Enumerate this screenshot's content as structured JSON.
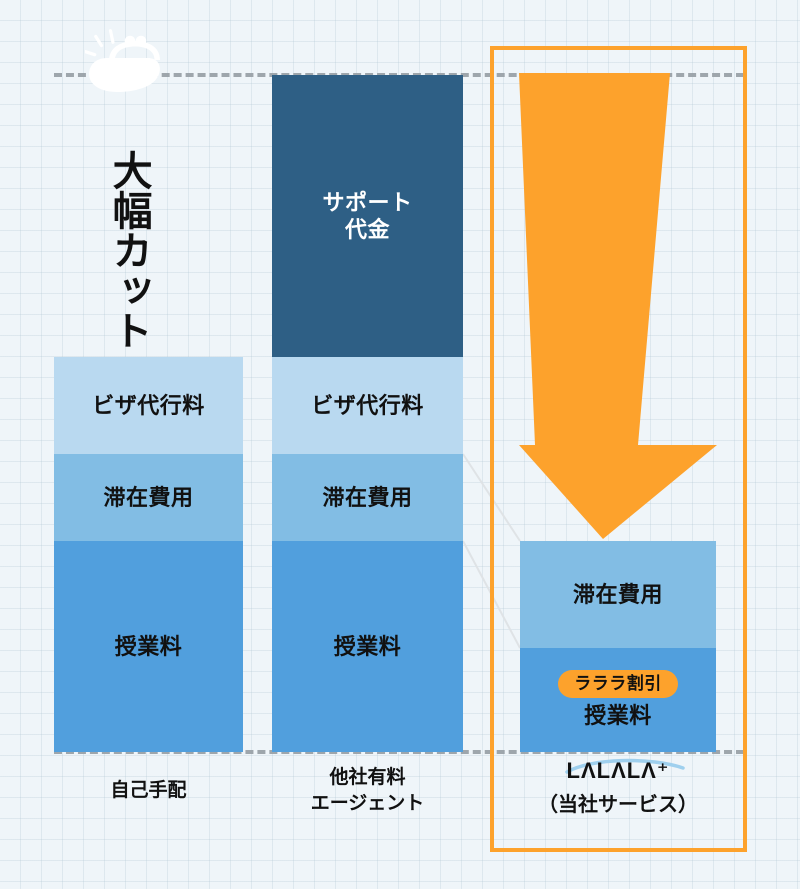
{
  "colors": {
    "background": "#eff5f9",
    "grid_line": "#dde7ee",
    "accent_orange": "#fda22c",
    "navy": "#2e5f85",
    "blue_lightest": "#b9d9f0",
    "blue_light": "#82bde4",
    "blue_mid": "#519fdd",
    "dash_gray": "#9aa2a8",
    "text_dark": "#111111",
    "text_light": "#ffffff"
  },
  "chart_data": {
    "type": "bar",
    "title": "",
    "subtitle": "",
    "xlabel": "",
    "ylabel": "",
    "grid": true,
    "legend": "none",
    "stacked": true,
    "categories": [
      "自己手配",
      "他社有料\nエージェント",
      "LΛLΛLΛ⁺\n（当社サービス）"
    ],
    "segment_order": [
      "授業料",
      "滞在費用",
      "ビザ代行料",
      "サポート代金"
    ],
    "series": [
      {
        "name": "授業料",
        "values": [
          211,
          211,
          104
        ]
      },
      {
        "name": "滞在費用",
        "values": [
          87,
          87,
          107
        ]
      },
      {
        "name": "ビザ代行料",
        "values": [
          97,
          97,
          0
        ]
      },
      {
        "name": "サポート代金",
        "values": [
          0,
          282,
          0
        ]
      }
    ],
    "totals": [
      395,
      677,
      211
    ],
    "units": "相対高さ(px)",
    "reference_lines": [
      {
        "name": "top-guide",
        "value": 677,
        "style": "dashed"
      },
      {
        "name": "baseline",
        "value": 0,
        "style": "dashed"
      }
    ],
    "annotations": [
      {
        "text": "大幅カット",
        "target": "LΛLΛLΛ⁺",
        "type": "arrow"
      },
      {
        "text": "ラララ割引",
        "target": "授業料",
        "type": "badge"
      }
    ]
  },
  "bars": [
    {
      "id": "self",
      "axis_label": "自己手配",
      "segments": [
        {
          "key": "visa",
          "label": "ビザ代行料",
          "tone": "lightest"
        },
        {
          "key": "stay",
          "label": "滞在費用",
          "tone": "light"
        },
        {
          "key": "tuition",
          "label": "授業料",
          "tone": "mid"
        }
      ]
    },
    {
      "id": "agent",
      "axis_label_line1": "他社有料",
      "axis_label_line2": "エージェント",
      "segments": [
        {
          "key": "support",
          "label_line1": "サポート",
          "label_line2": "代金",
          "tone": "navy"
        },
        {
          "key": "visa",
          "label": "ビザ代行料",
          "tone": "lightest"
        },
        {
          "key": "stay",
          "label": "滞在費用",
          "tone": "light"
        },
        {
          "key": "tuition",
          "label": "授業料",
          "tone": "mid"
        }
      ]
    },
    {
      "id": "lalala",
      "axis_logo": "LΛLΛLΛ⁺",
      "axis_label_sub": "（当社サービス）",
      "segments": [
        {
          "key": "stay",
          "label": "滞在費用",
          "tone": "light"
        },
        {
          "key": "tuition",
          "label": "授業料",
          "tone": "mid",
          "badge": "ラララ割引"
        }
      ]
    }
  ],
  "arrow": {
    "text_line": "大幅カット",
    "icon": "wallet-icon",
    "color": "#fda22c"
  },
  "highlight": {
    "border_color": "#fda22c",
    "covers": "LΛLΛLΛ⁺（当社サービス）"
  }
}
